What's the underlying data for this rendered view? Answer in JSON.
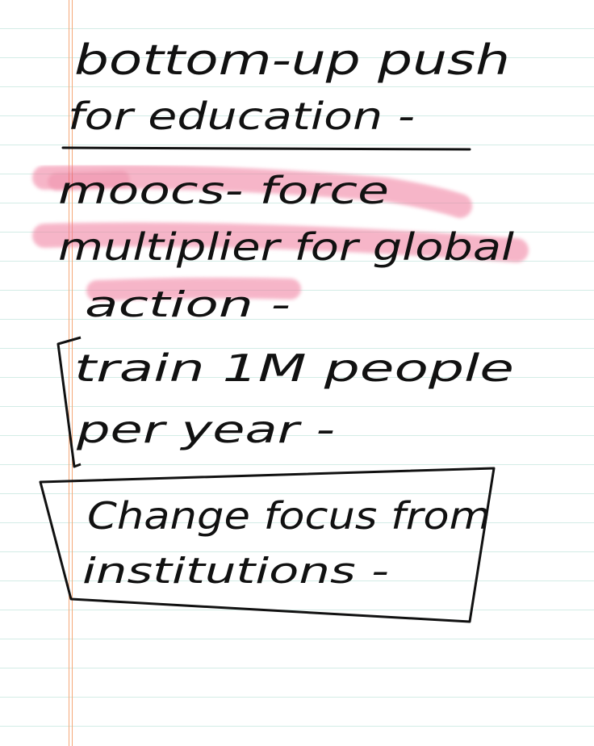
{
  "note": {
    "lines": [
      "bottom-up push",
      "for education -",
      "moocs- force",
      "multiplier for global",
      "action -",
      "train 1M people",
      "per year -",
      "Change focus from",
      "institutions -"
    ]
  },
  "colors": {
    "ink": "#111111",
    "highlight": "#f07a9c",
    "rule_line": "#d3ece6",
    "margin_line": "#f5a878"
  }
}
